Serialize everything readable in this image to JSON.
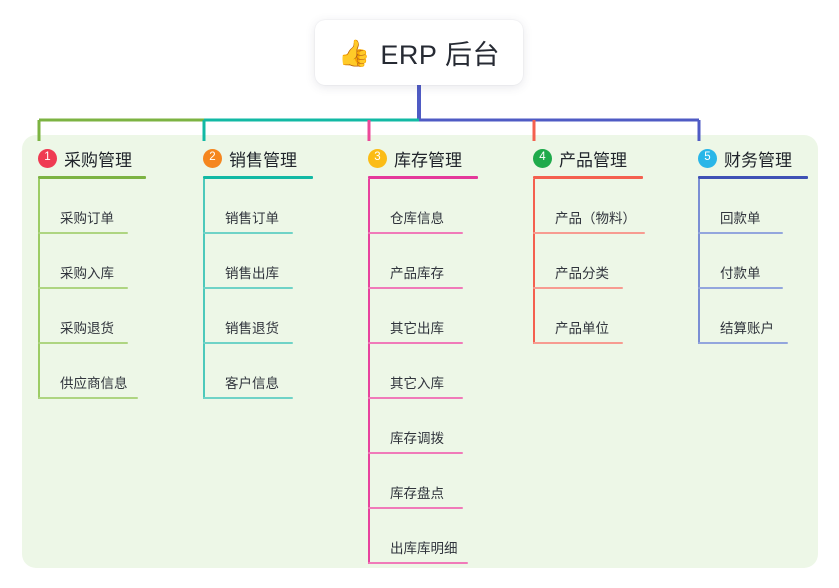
{
  "root": {
    "icon": "thumbs-up-icon",
    "emoji": "👍",
    "title": "ERP 后台"
  },
  "panel": {
    "background": "#edf7e7"
  },
  "trunk_color": "#4f5bc4",
  "columns": [
    {
      "index": "1",
      "label": "采购管理",
      "badge_color": "#ef3a52",
      "rule_color": "#7cb342",
      "spine_color": "#9ccc65",
      "item_rule_color": "#aed581",
      "connector_color": "#7cb342",
      "items": [
        {
          "label": "采购订单"
        },
        {
          "label": "采购入库"
        },
        {
          "label": "采购退货"
        },
        {
          "label": "供应商信息"
        }
      ]
    },
    {
      "index": "2",
      "label": "销售管理",
      "badge_color": "#f5861f",
      "rule_color": "#12b9a4",
      "spine_color": "#4dc9bb",
      "item_rule_color": "#6fd3c7",
      "connector_color": "#12b9a4",
      "items": [
        {
          "label": "销售订单"
        },
        {
          "label": "销售出库"
        },
        {
          "label": "销售退货"
        },
        {
          "label": "客户信息"
        }
      ]
    },
    {
      "index": "3",
      "label": "库存管理",
      "badge_color": "#fbbc16",
      "rule_color": "#e4399a",
      "spine_color": "#e8429e",
      "item_rule_color": "#f07ab9",
      "connector_color": "#ec4899",
      "items": [
        {
          "label": "仓库信息"
        },
        {
          "label": "产品库存"
        },
        {
          "label": "其它出库"
        },
        {
          "label": "其它入库"
        },
        {
          "label": "库存调拨"
        },
        {
          "label": "库存盘点"
        },
        {
          "label": "出库库明细"
        }
      ]
    },
    {
      "index": "4",
      "label": "产品管理",
      "badge_color": "#1faa4b",
      "rule_color": "#f4604f",
      "spine_color": "#f4604f",
      "item_rule_color": "#f79b91",
      "connector_color": "#f4604f",
      "items": [
        {
          "label": "产品（物料）"
        },
        {
          "label": "产品分类"
        },
        {
          "label": "产品单位"
        }
      ]
    },
    {
      "index": "5",
      "label": "财务管理",
      "badge_color": "#29b6e8",
      "rule_color": "#3f51b5",
      "spine_color": "#7b8fd4",
      "item_rule_color": "#93a6dd",
      "connector_color": "#4f5bc4",
      "items": [
        {
          "label": "回款单"
        },
        {
          "label": "付款单"
        },
        {
          "label": "结算账户"
        }
      ]
    }
  ]
}
